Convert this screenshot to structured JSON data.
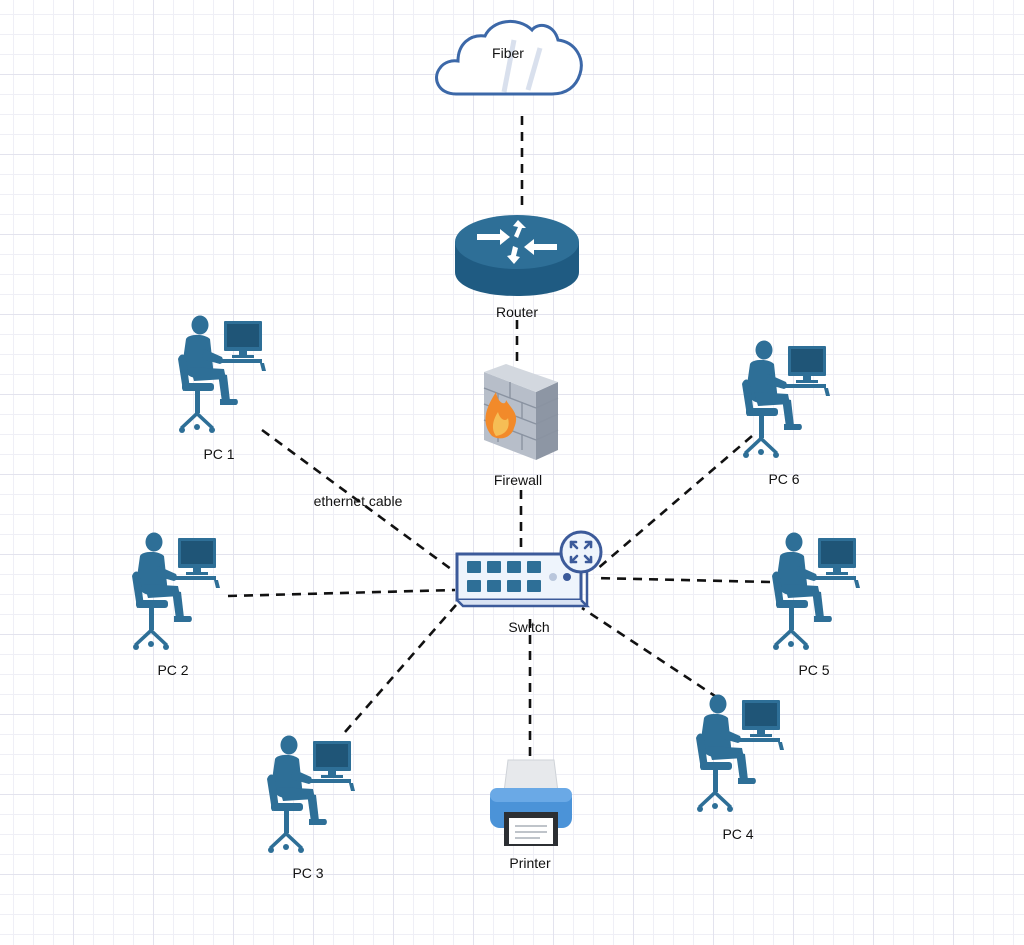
{
  "nodes": {
    "fiber": {
      "label": "Fiber",
      "icon": "cloud-icon"
    },
    "router": {
      "label": "Router",
      "icon": "router-icon"
    },
    "firewall": {
      "label": "Firewall",
      "icon": "firewall-icon"
    },
    "switch": {
      "label": "Switch",
      "icon": "switch-icon"
    },
    "printer": {
      "label": "Printer",
      "icon": "printer-icon"
    },
    "pc1": {
      "label": "PC 1",
      "icon": "workstation-user-icon"
    },
    "pc2": {
      "label": "PC 2",
      "icon": "workstation-user-icon"
    },
    "pc3": {
      "label": "PC 3",
      "icon": "workstation-user-icon"
    },
    "pc4": {
      "label": "PC 4",
      "icon": "workstation-user-icon"
    },
    "pc5": {
      "label": "PC 5",
      "icon": "workstation-user-icon"
    },
    "pc6": {
      "label": "PC 6",
      "icon": "workstation-user-icon"
    }
  },
  "edges": [
    {
      "from": "fiber",
      "to": "router"
    },
    {
      "from": "router",
      "to": "firewall"
    },
    {
      "from": "firewall",
      "to": "switch"
    },
    {
      "from": "pc1",
      "to": "switch",
      "label": "ethernet cable"
    },
    {
      "from": "pc2",
      "to": "switch"
    },
    {
      "from": "pc3",
      "to": "switch"
    },
    {
      "from": "printer",
      "to": "switch"
    },
    {
      "from": "pc4",
      "to": "switch"
    },
    {
      "from": "pc5",
      "to": "switch"
    },
    {
      "from": "pc6",
      "to": "switch"
    }
  ],
  "colors": {
    "device_blue": "#2e6f97",
    "device_dark": "#1f5577",
    "cloud_stroke": "#3c68a8",
    "flame": "#f28a2a",
    "line": "#111111"
  }
}
